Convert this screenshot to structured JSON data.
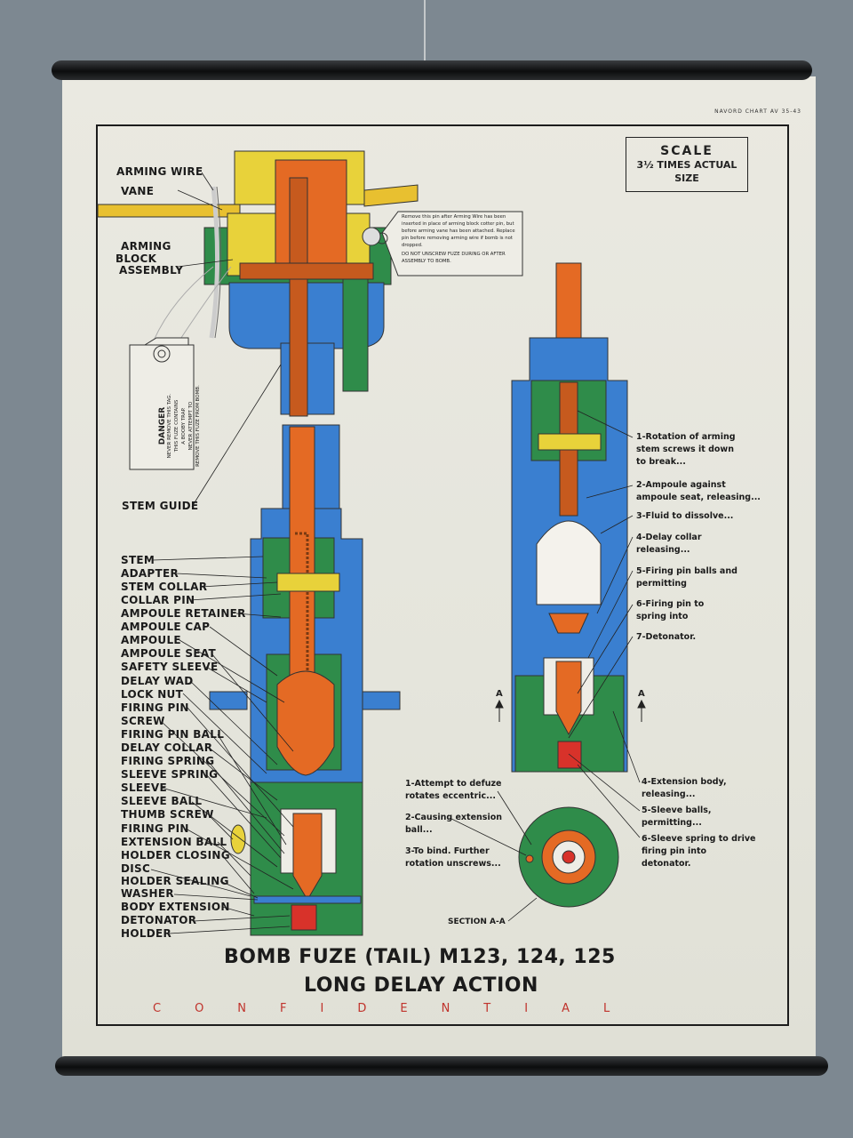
{
  "header": {
    "chart_id": "NAVORD CHART AV 35-43",
    "scale_title": "SCALE",
    "scale_line1": "3½ TIMES ACTUAL",
    "scale_line2": "SIZE"
  },
  "top_labels": {
    "arming_wire": "ARMING WIRE",
    "vane": "VANE",
    "arming_block_1": "ARMING",
    "arming_block_2": "BLOCK",
    "arming_block_3": "ASSEMBLY",
    "stem_guide": "STEM GUIDE"
  },
  "tag_notice": {
    "text": "Remove this pin after Arming Wire has been inserted in place of arming block cotter pin, but before arming vane has been attached. Replace pin before removing arming wire if bomb is not dropped.",
    "warning": "DO NOT UNSCREW FUZE DURING OR AFTER ASSEMBLY TO BOMB."
  },
  "danger_tag": {
    "heading": "DANGER",
    "line1": "NEVER REMOVE THIS TAG.",
    "line2": "THIS FUZE CONTAINS",
    "line3": "A BOOBY TRAP.",
    "line4": "NEVER ATTEMPT TO",
    "line5": "REMOVE THIS FUZE FROM BOMB."
  },
  "parts": [
    {
      "label": "STEM"
    },
    {
      "label": "ADAPTER"
    },
    {
      "label": "STEM COLLAR"
    },
    {
      "label": "COLLAR PIN"
    },
    {
      "label": "AMPOULE RETAINER"
    },
    {
      "label": "AMPOULE CAP"
    },
    {
      "label": "AMPOULE"
    },
    {
      "label": "AMPOULE SEAT"
    },
    {
      "label": "SAFETY SLEEVE"
    },
    {
      "label": "DELAY WAD"
    },
    {
      "label": "LOCK NUT"
    },
    {
      "label": "FIRING PIN"
    },
    {
      "label": "SCREW"
    },
    {
      "label": "FIRING PIN BALL"
    },
    {
      "label": "DELAY COLLAR"
    },
    {
      "label": "FIRING SPRING"
    },
    {
      "label": "SLEEVE SPRING"
    },
    {
      "label": "SLEEVE"
    },
    {
      "label": "SLEEVE BALL"
    },
    {
      "label": "THUMB SCREW"
    },
    {
      "label": "FIRING PIN"
    },
    {
      "label": "EXTENSION BALL"
    },
    {
      "label": "HOLDER CLOSING"
    },
    {
      "label": "DISC"
    },
    {
      "label": "HOLDER SEALING"
    },
    {
      "label": "WASHER"
    },
    {
      "label": "BODY EXTENSION"
    },
    {
      "label": "DETONATOR"
    },
    {
      "label": "HOLDER"
    }
  ],
  "action_steps": [
    {
      "text": "1-Rotation of arming stem screws it down to break..."
    },
    {
      "text": "2-Ampoule against ampoule seat, releasing..."
    },
    {
      "text": "3-Fluid to dissolve..."
    },
    {
      "text": "4-Delay collar releasing..."
    },
    {
      "text": "5-Firing pin balls and permitting"
    },
    {
      "text": "6-Firing pin to spring into"
    },
    {
      "text": "7-Detonator."
    }
  ],
  "booby_steps": [
    {
      "text": "4-Extension body, releasing..."
    },
    {
      "text": "5-Sleeve balls, permitting..."
    },
    {
      "text": "6-Sleeve spring to drive firing pin into detonator."
    }
  ],
  "defuze_steps": [
    {
      "text": "1-Attempt to defuze rotates eccentric..."
    },
    {
      "text": "2-Causing extension ball..."
    },
    {
      "text": "3-To bind. Further rotation unscrews..."
    }
  ],
  "section_marker": "A",
  "section_label": "SECTION A-A",
  "title": {
    "line1": "BOMB FUZE (TAIL)  M123, 124, 125",
    "line2": "LONG DELAY ACTION",
    "classification": "CONFIDENTIAL"
  },
  "colors": {
    "blue": "#3a7fd0",
    "orange": "#e46a24",
    "green": "#2f8c4a",
    "yellow": "#e8d23a",
    "red_text": "#c0322b"
  }
}
